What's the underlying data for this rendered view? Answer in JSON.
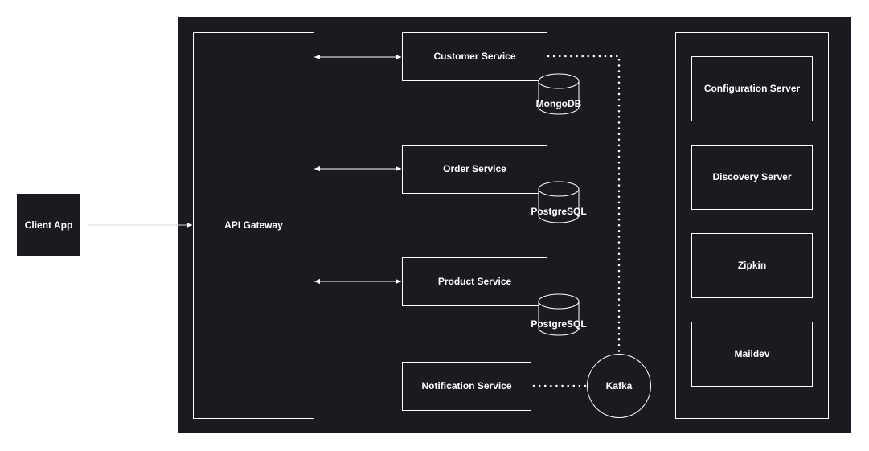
{
  "colors": {
    "page_background": "#ffffff",
    "canvas_background": "#1c1a20",
    "line": "#ffffff",
    "text": "#ffffff"
  },
  "nodes": {
    "client_app": "Client App",
    "api_gateway": "API Gateway",
    "customer_service": "Customer Service",
    "order_service": "Order Service",
    "product_service": "Product Service",
    "notification_service": "Notification Service",
    "mongodb": "MongoDB",
    "postgresql_order": "PostgreSQL",
    "postgresql_product": "PostgreSQL",
    "kafka": "Kafka",
    "configuration_server": "Configuration Server",
    "discovery_server": "Discovery Server",
    "zipkin": "Zipkin",
    "maildev": "Maildev"
  }
}
